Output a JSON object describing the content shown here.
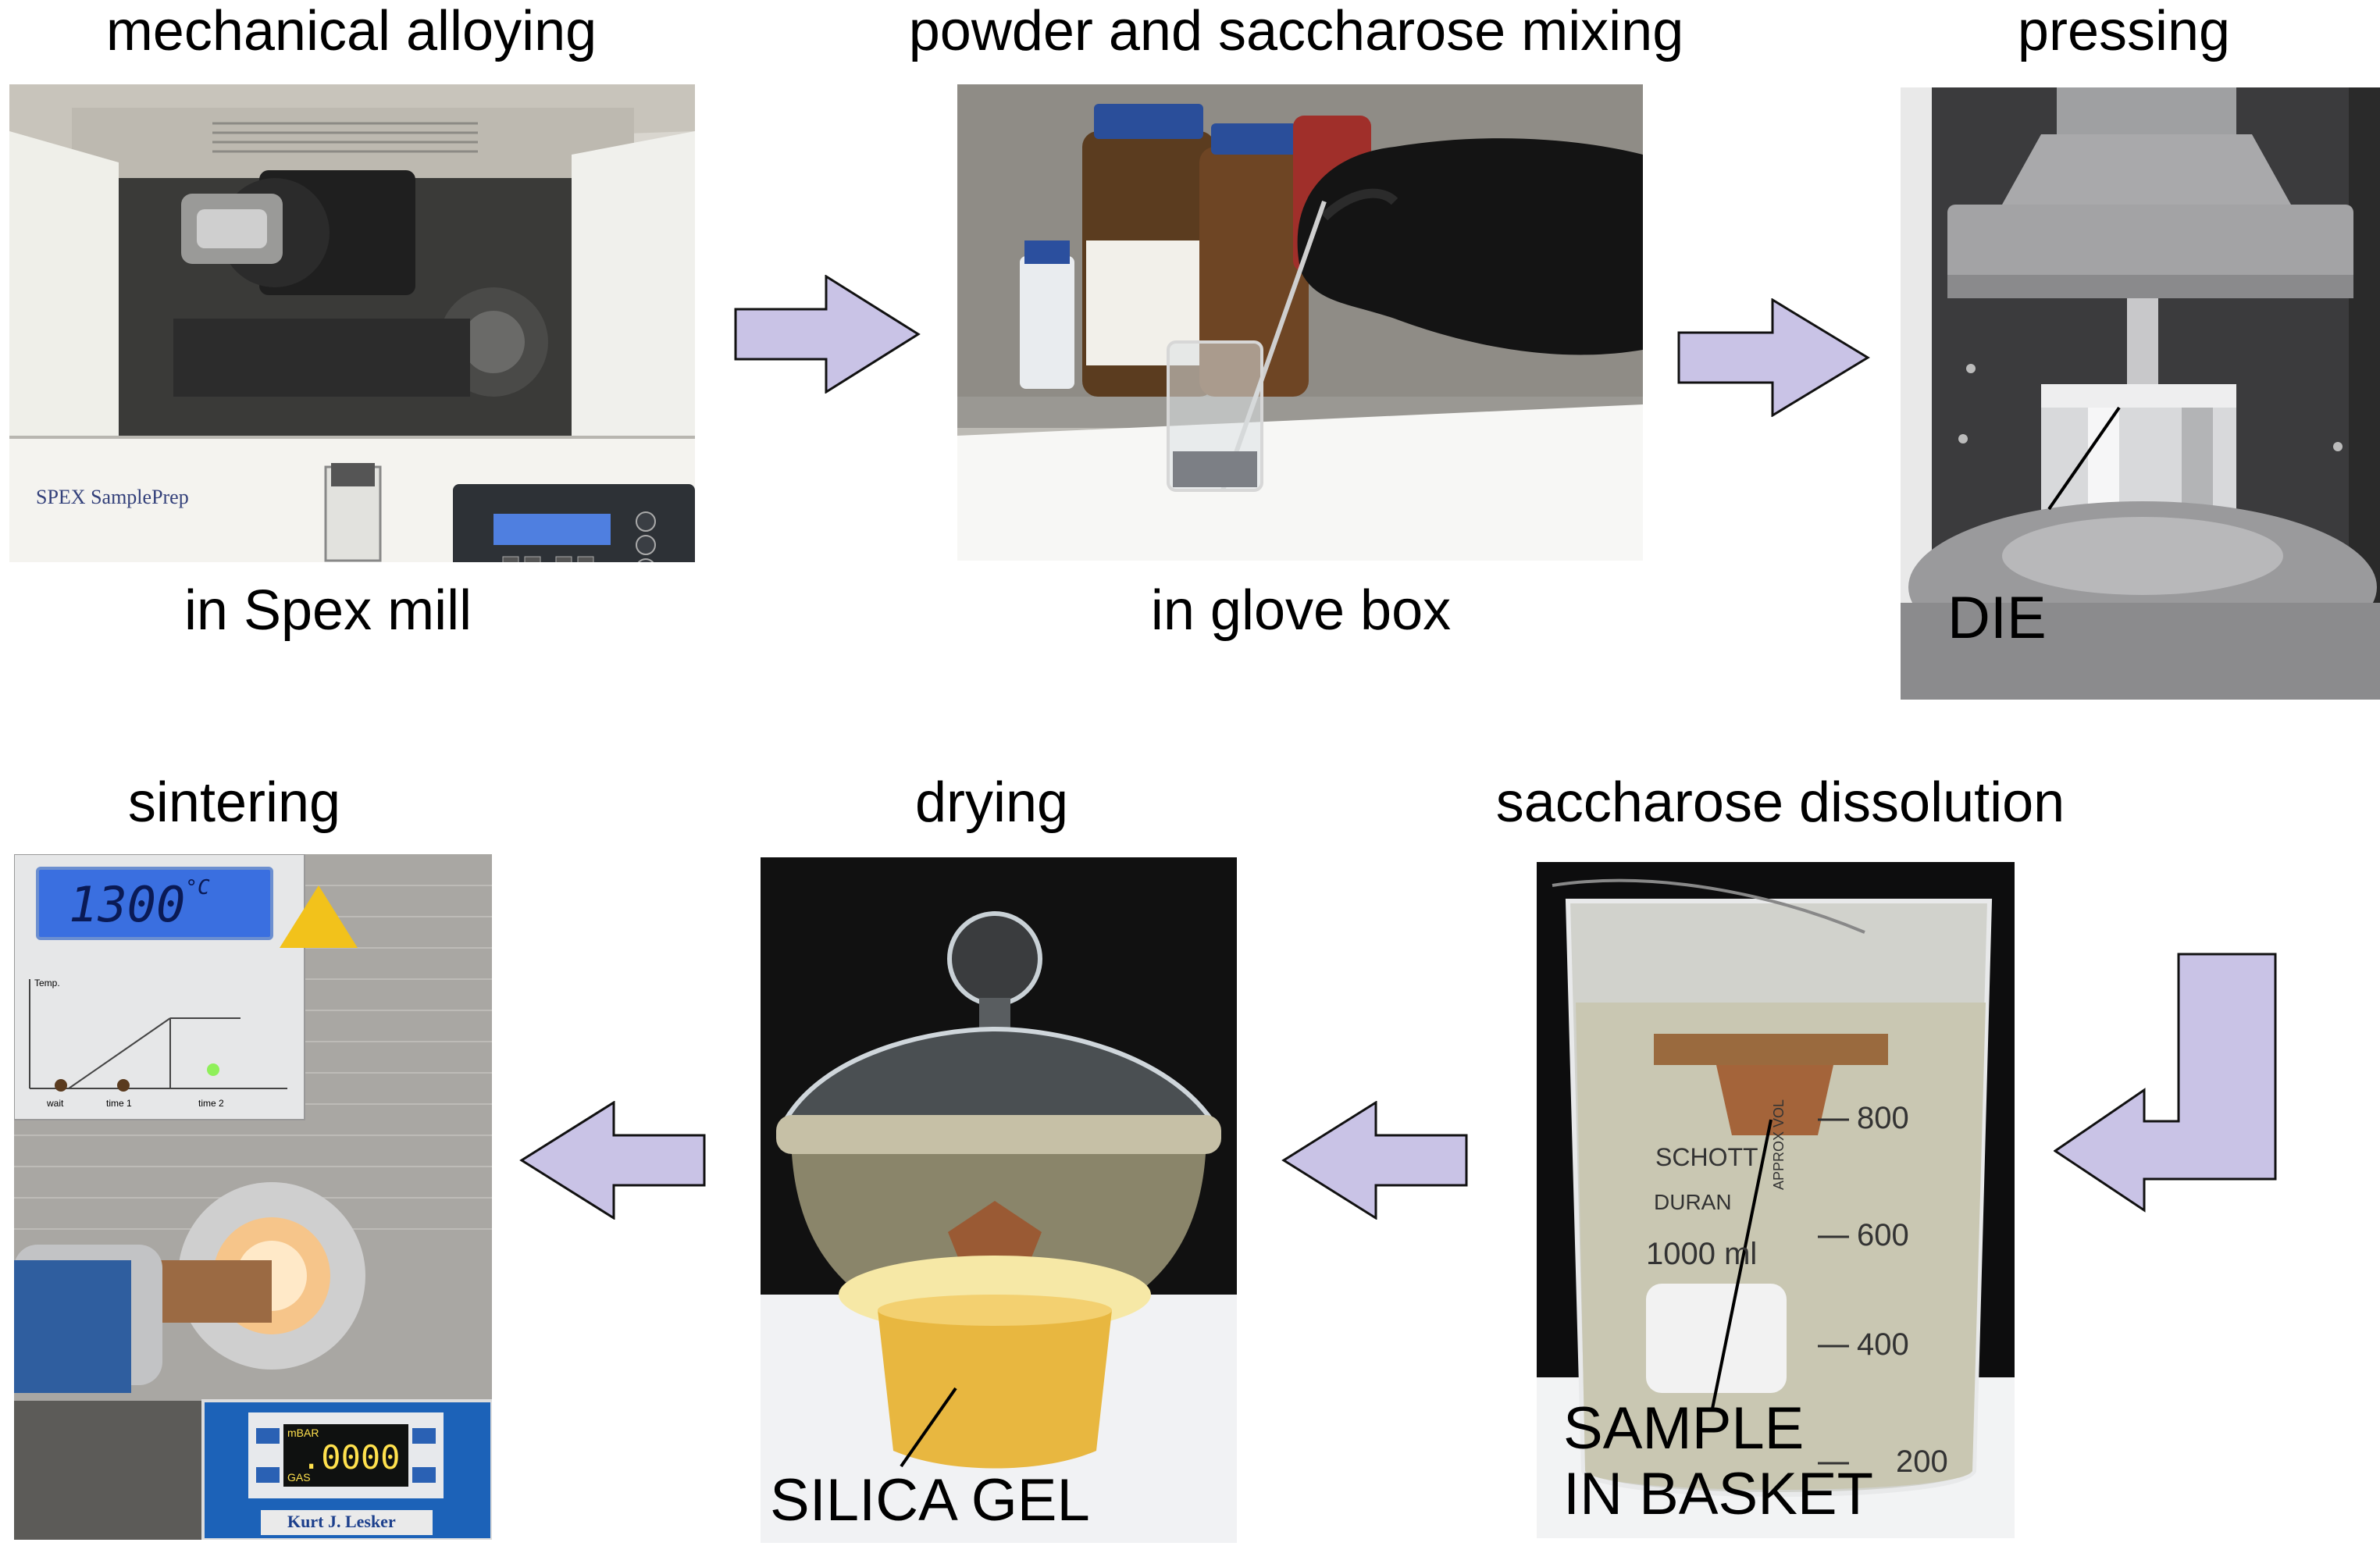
{
  "steps": [
    {
      "title": "mechanical alloying",
      "caption": "in Spex mill"
    },
    {
      "title": "powder and saccharose mixing",
      "caption": "in glove box"
    },
    {
      "title": "pressing",
      "callout": "DIE"
    },
    {
      "title": "saccharose dissolution",
      "callout_line1": "SAMPLE",
      "callout_line2": "IN BASKET"
    },
    {
      "title": "drying",
      "callout": "SILICA GEL"
    },
    {
      "title": "sintering"
    }
  ],
  "photo_text": {
    "spex_brand": "SPEX SamplePrep",
    "furnace_display": "1300",
    "furnace_unit": "°C",
    "graph_axis": "Temp.",
    "graph_labels": [
      "wait",
      "time 1",
      "time 2"
    ],
    "gauge_brand": "Kurt J. Lesker",
    "gauge_value": ".0000",
    "gauge_units_top": "mBAR",
    "gauge_units_bottom": "GAS",
    "beaker_brand": "SCHOTT",
    "beaker_brand2": "DURAN",
    "beaker_volume": "1000 ml",
    "beaker_approx": "APPROX VOL",
    "beaker_marks": [
      "800",
      "600",
      "400",
      "200"
    ]
  },
  "colors": {
    "arrow_fill": "#c9c3e6",
    "arrow_stroke": "#111111",
    "background": "#ffffff"
  }
}
